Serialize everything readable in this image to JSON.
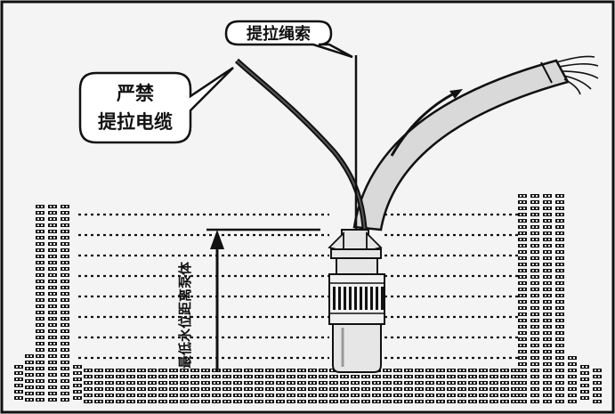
{
  "labels": {
    "lifting_rope": "提拉绳索",
    "warning_line1": "严禁",
    "warning_line2": "提拉电缆",
    "depth_note": "最低水位距离泵体"
  },
  "colors": {
    "ink": "#111111",
    "background": "#f4f4f4",
    "hose_fill": "#d9d9d9"
  }
}
